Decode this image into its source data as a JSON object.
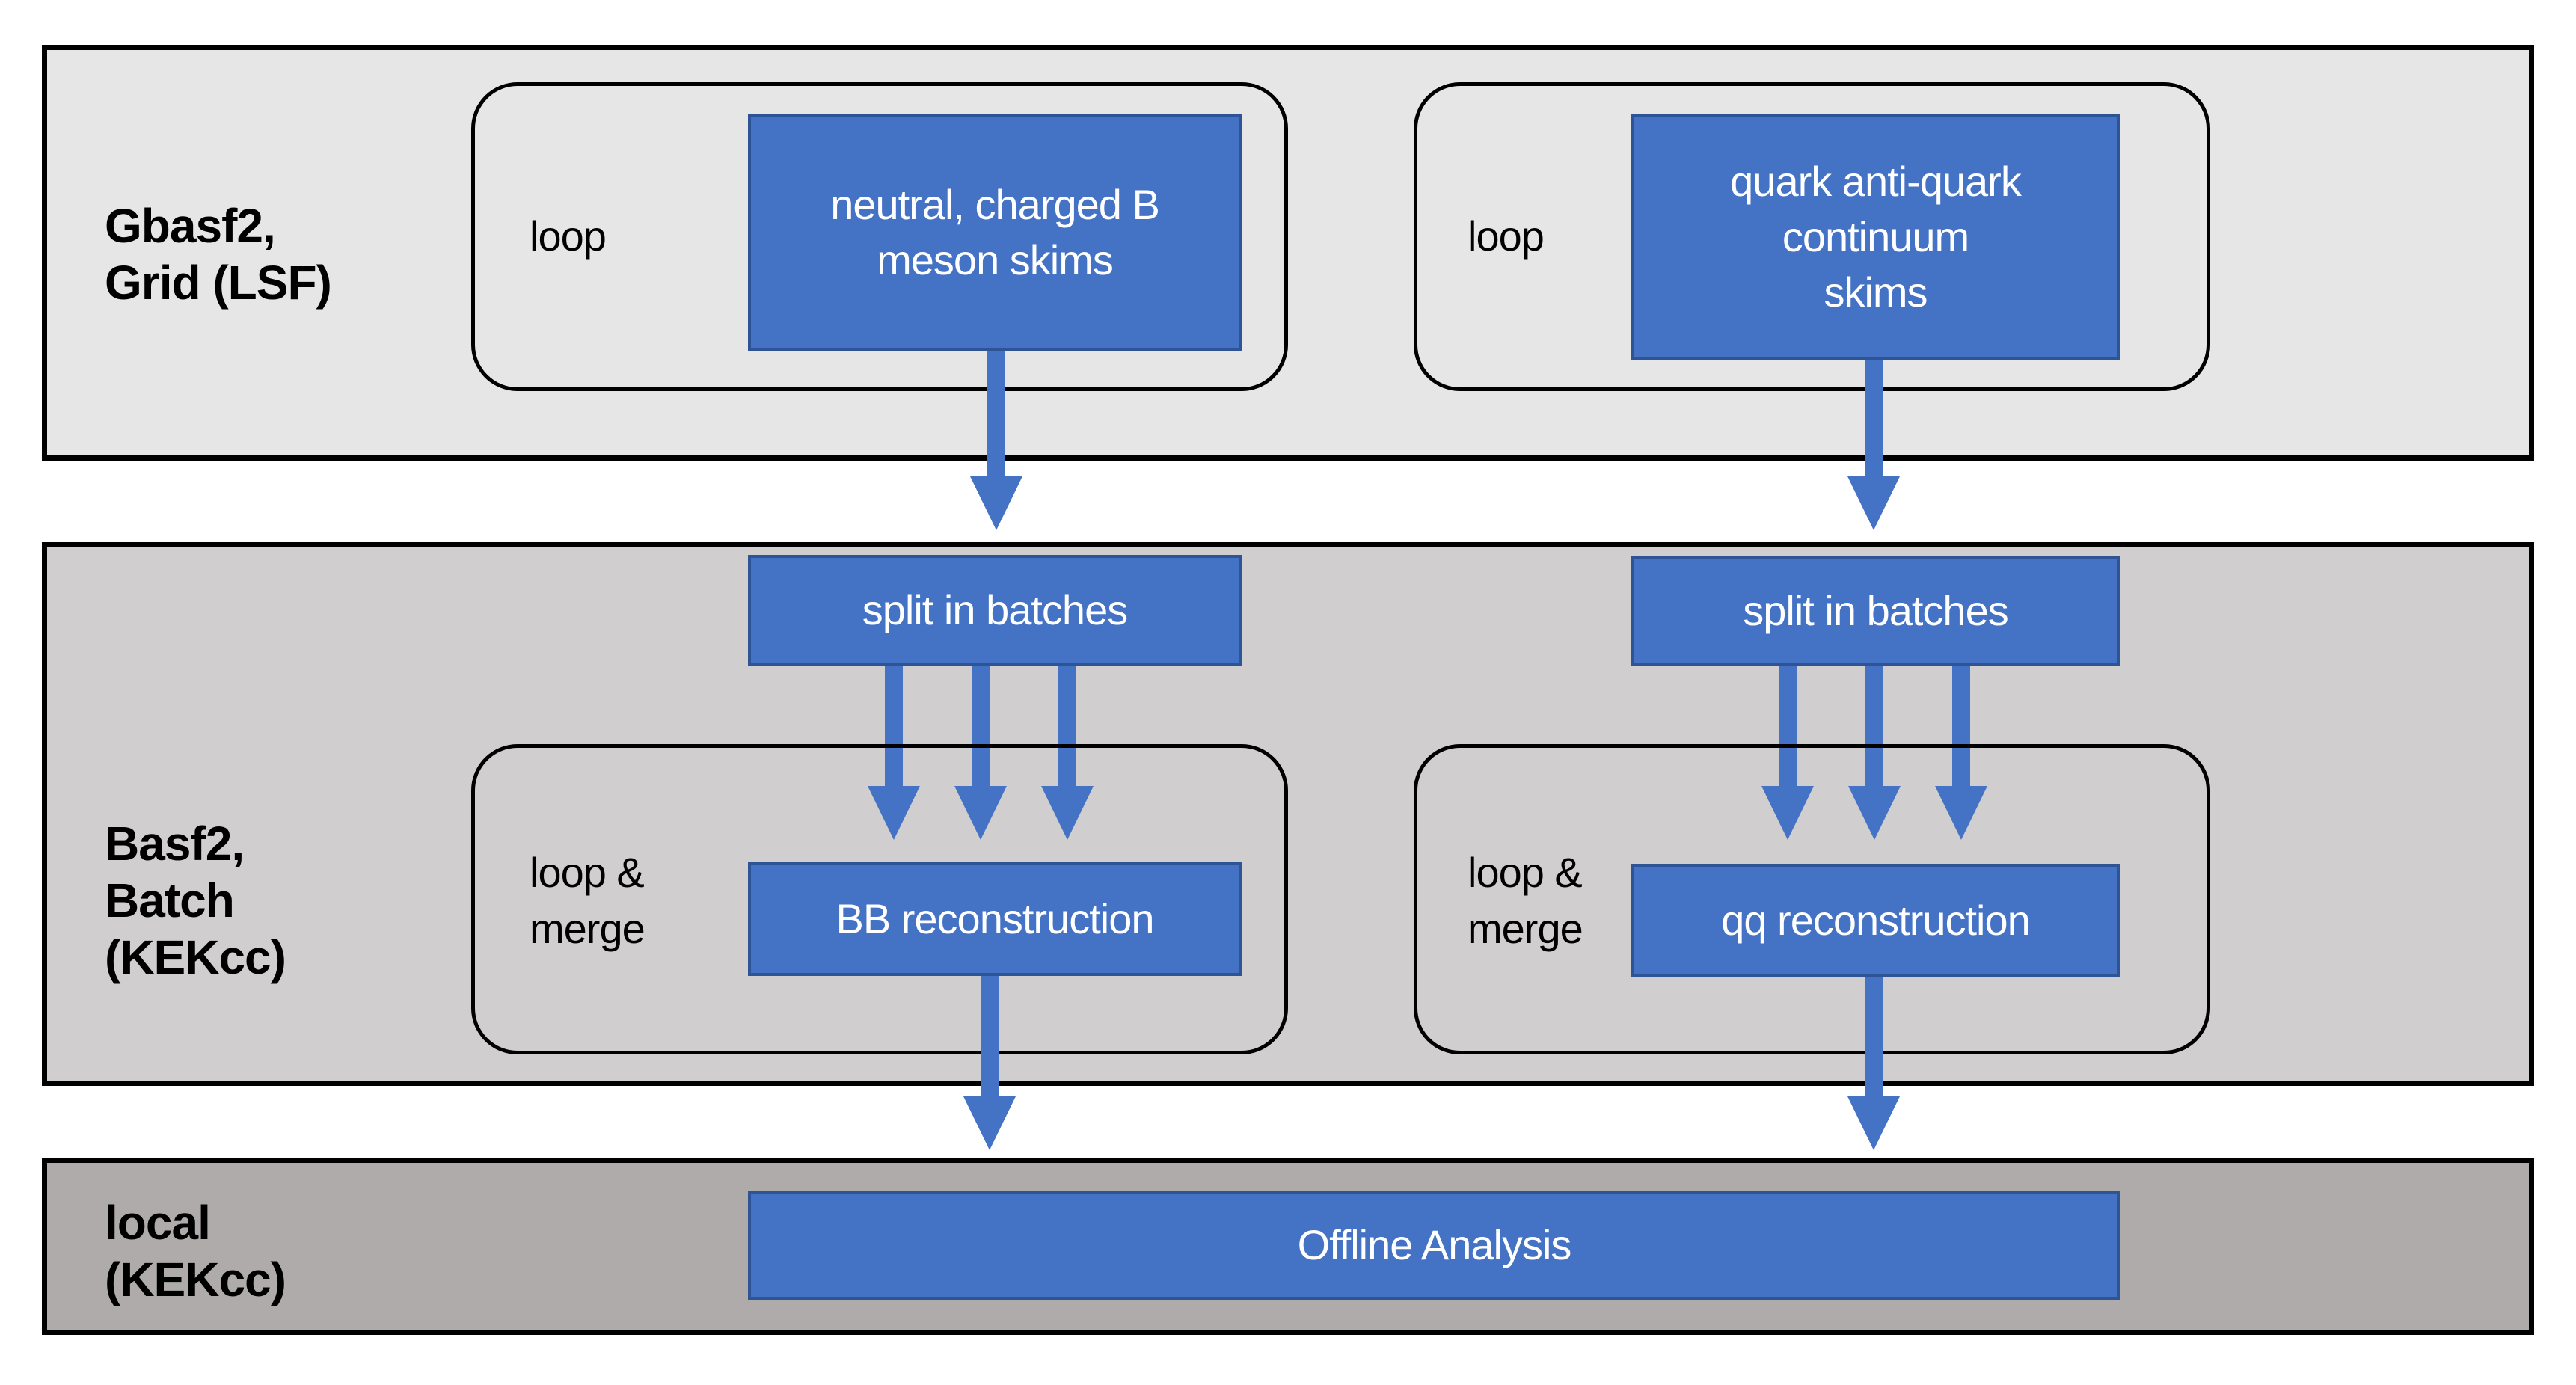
{
  "colors": {
    "page_bg": "#FFFFFF",
    "band_top_bg": "#E7E6E6",
    "band_middle_bg": "#D0CECE",
    "band_bottom_bg": "#AFABAB",
    "band_border": "#000000",
    "loop_border": "#000000",
    "box_bg": "#4472C4",
    "box_border": "#2F5496",
    "box_text": "#FFFFFF",
    "label_text": "#000000",
    "arrow": "#4472C4"
  },
  "top_band": {
    "label_line1": "Gbasf2,",
    "label_line2": "Grid (LSF)",
    "left_group": {
      "loop_label": "loop",
      "box_line1": "neutral, charged B",
      "box_line2": "meson skims"
    },
    "right_group": {
      "loop_label": "loop",
      "box_line1": "quark anti-quark",
      "box_line2": "continuum",
      "box_line3": "skims"
    }
  },
  "middle_band": {
    "label_line1": "Basf2,",
    "label_line2": "Batch",
    "label_line3": "(KEKcc)",
    "left_split_label": "split in batches",
    "right_split_label": "split in batches",
    "left_group": {
      "loop_label_line1": "loop &",
      "loop_label_line2": "merge",
      "box_label": "BB reconstruction"
    },
    "right_group": {
      "loop_label_line1": "loop &",
      "loop_label_line2": "merge",
      "box_label": "qq reconstruction"
    }
  },
  "bottom_band": {
    "label_line1": "local",
    "label_line2": "(KEKcc)",
    "box_label": "Offline Analysis"
  }
}
